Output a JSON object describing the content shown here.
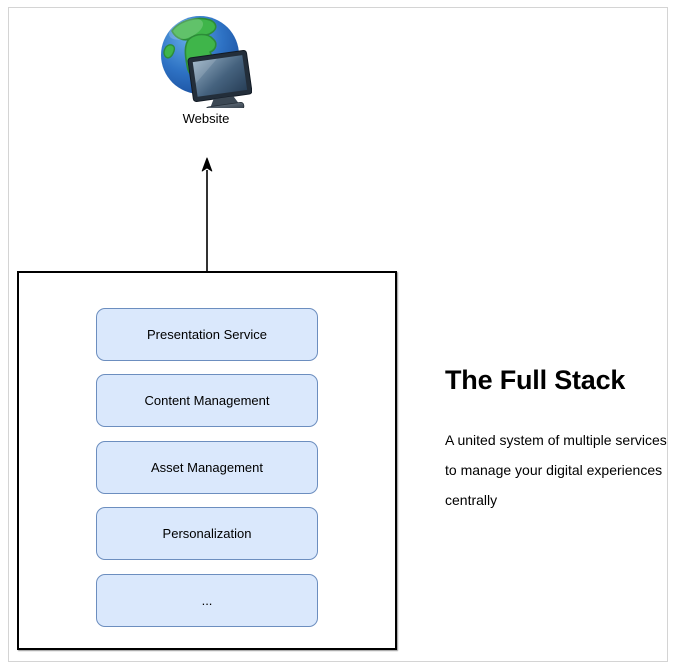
{
  "website": {
    "label": "Website",
    "icon": "globe-monitor-icon"
  },
  "stack": {
    "boxes": [
      {
        "label": "Presentation Service"
      },
      {
        "label": "Content Management"
      },
      {
        "label": "Asset Management"
      },
      {
        "label": "Personalization"
      },
      {
        "label": "..."
      }
    ]
  },
  "description": {
    "title": "The Full Stack",
    "lines": [
      "A united system of multiple services",
      "to manage your digital experiences",
      "centrally"
    ]
  },
  "colors": {
    "background": "#ffffff",
    "page_frame_border": "#d4d4d4",
    "stack_box_fill": "#dae8fc",
    "stack_box_border": "#6c8ebf",
    "container_border": "#000000",
    "arrow": "#000000",
    "text": "#000000",
    "globe_ocean": "#2e72c4",
    "globe_land": "#3fb54a",
    "monitor_frame": "#232e3a",
    "monitor_screen": "#51708c"
  }
}
